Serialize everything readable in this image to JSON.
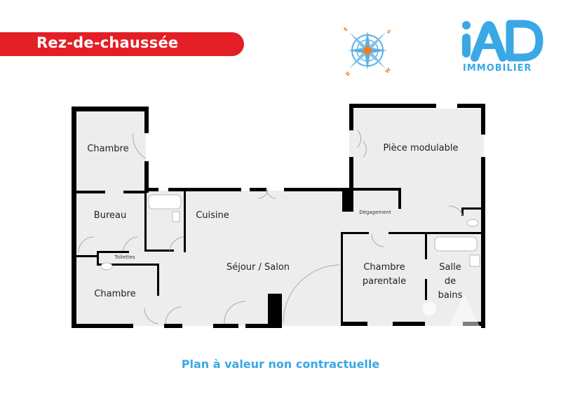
{
  "header": {
    "floor_title": "Rez-de-chaussée",
    "compass_letters": {
      "n": "N",
      "e": "E",
      "s": "S",
      "w": "W"
    },
    "brand": {
      "name": "iAD",
      "subtitle": "IMMOBILIER",
      "color": "#3aa8e5"
    },
    "banner_color": "#e31e24"
  },
  "rooms": {
    "chambre_1": "Chambre",
    "bureau": "Bureau",
    "toilettes": "Toilettes",
    "chambre_2": "Chambre",
    "cuisine": "Cuisine",
    "sejour": "Séjour / Salon",
    "piece_modulable": "Pièce modulable",
    "degagement": "Dégagement",
    "chambre_parentale_1": "Chambre",
    "chambre_parentale_2": "parentale",
    "sdb_1": "Salle",
    "sdb_2": "de",
    "sdb_3": "bains"
  },
  "footer": {
    "disclaimer": "Plan à valeur non contractuelle"
  }
}
